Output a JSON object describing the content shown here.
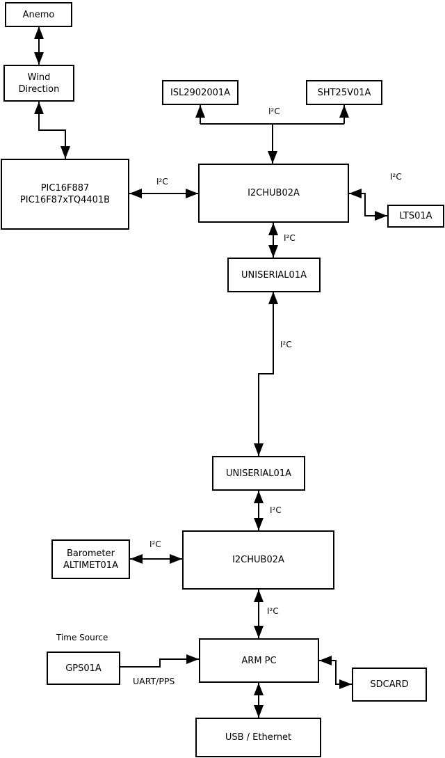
{
  "diagram_type": "block-diagram",
  "colors": {
    "background": "#ffffff",
    "line": "#000000",
    "box_fill": "#ffffff",
    "box_border": "#000000",
    "text": "#000000"
  },
  "nodes": {
    "anemo": {
      "label": "Anemo"
    },
    "wind": {
      "label": "Wind\nDirection"
    },
    "pic": {
      "label": "PIC16F887\nPIC16F87xTQ4401B"
    },
    "isl": {
      "label": "ISL2902001A"
    },
    "sht": {
      "label": "SHT25V01A"
    },
    "hub1": {
      "label": "I2CHUB02A"
    },
    "lts": {
      "label": "LTS01A"
    },
    "uni1": {
      "label": "UNISERIAL01A"
    },
    "uni2": {
      "label": "UNISERIAL01A"
    },
    "hub2": {
      "label": "I2CHUB02A"
    },
    "baro": {
      "label": "Barometer\nALTIMET01A"
    },
    "gps": {
      "label": "GPS01A"
    },
    "armpc": {
      "label": "ARM PC"
    },
    "sdcard": {
      "label": "SDCARD"
    },
    "usbeth": {
      "label": "USB / Ethernet"
    }
  },
  "edges": [
    {
      "from": "anemo",
      "to": "wind",
      "bidirectional": true,
      "label": ""
    },
    {
      "from": "wind",
      "to": "pic",
      "bidirectional": true,
      "label": ""
    },
    {
      "from": "pic",
      "to": "hub1",
      "bidirectional": true,
      "label": "I²C"
    },
    {
      "from": "hub1",
      "to": "isl,sht",
      "bidirectional": true,
      "label": "I²C"
    },
    {
      "from": "hub1",
      "to": "lts",
      "bidirectional": true,
      "label": "I²C"
    },
    {
      "from": "hub1",
      "to": "uni1",
      "bidirectional": true,
      "label": "I²C"
    },
    {
      "from": "uni1",
      "to": "uni2",
      "bidirectional": true,
      "label": "I²C"
    },
    {
      "from": "uni2",
      "to": "hub2",
      "bidirectional": true,
      "label": "I²C"
    },
    {
      "from": "baro",
      "to": "hub2",
      "bidirectional": true,
      "label": "I²C"
    },
    {
      "from": "hub2",
      "to": "armpc",
      "bidirectional": true,
      "label": "I²C"
    },
    {
      "from": "gps",
      "to": "armpc",
      "bidirectional": false,
      "label": "UART/PPS"
    },
    {
      "from": "armpc",
      "to": "sdcard",
      "bidirectional": true,
      "label": ""
    },
    {
      "from": "armpc",
      "to": "usbeth",
      "bidirectional": true,
      "label": ""
    }
  ],
  "annotations": {
    "time_source": "Time Source"
  }
}
